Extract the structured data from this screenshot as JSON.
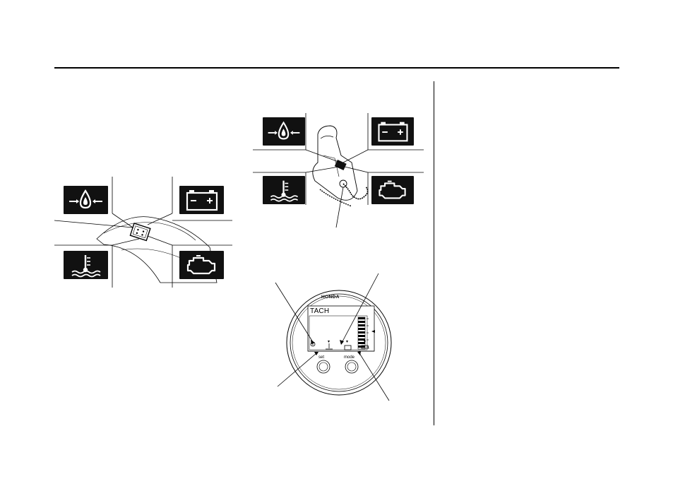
{
  "page": {
    "background": "#ffffff",
    "ink": "#000000",
    "icon_background": "#111111"
  },
  "figure_left": {
    "icons": [
      "oil-pressure-icon",
      "battery-icon",
      "water-temperature-icon",
      "engine-check-icon"
    ]
  },
  "figure_right": {
    "icons": [
      "oil-pressure-icon",
      "battery-icon",
      "water-temperature-icon",
      "engine-check-icon"
    ]
  },
  "gauge": {
    "brand": "HONDA",
    "display_label": "TACH",
    "buttons": [
      {
        "label": "set"
      },
      {
        "label": "mode"
      }
    ],
    "indicator_icons": [
      "oil-pressure-icon",
      "water-temperature-icon",
      "battery-icon",
      "engine-check-icon"
    ]
  }
}
